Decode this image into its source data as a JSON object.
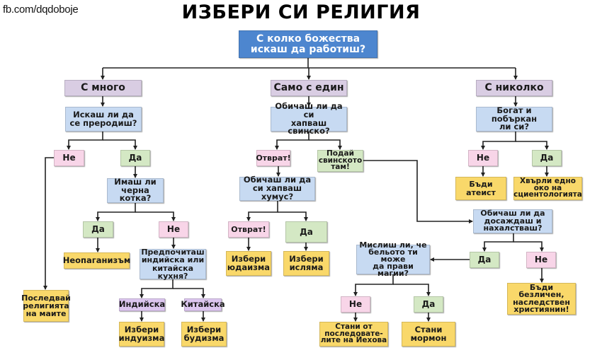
{
  "watermark": "fb.com/dqdoboje",
  "title": "ИЗБЕРИ СИ РЕЛИГИЯ",
  "colors": {
    "top_question": "#4d86cf",
    "question": "#c7daf2",
    "category": "#d9cde3",
    "answer_no": "#f8d5e8",
    "answer_yes": "#d4e8c4",
    "result": "#f9d86a",
    "option": "#dcc6ef"
  },
  "nodes": {
    "root": "С колко божества\nискаш да работиш?",
    "many": "С много",
    "one": "Само с един",
    "none": "С николко",
    "reborn_q": "Искаш ли да\nсе преродиш?",
    "reborn_no": "Не",
    "reborn_yes": "Да",
    "cat_q": "Имаш ли\nчерна котка?",
    "cat_yes": "Да",
    "cat_no": "Не",
    "neopagan": "Неопаганизъм",
    "food_q": "Предпочиташ\nиндийска или\nкитайска кухня?",
    "maya": "Последвай\nрелигията\nна маите",
    "indian": "Индийска",
    "chinese": "Китайска",
    "hinduism": "Избери\nиндуизма",
    "buddhism": "Избери\nбудизма",
    "pork_q": "Обичаш ли да си\nхапваш свинско?",
    "pork_disgust": "Отврат!",
    "pork_pass": "Подай\nсвинското\nтам!",
    "hummus_q": "Обичаш ли да\nси хапваш хумус?",
    "hummus_disgust": "Отврат!",
    "hummus_yes": "Да",
    "judaism": "Избери\nюдаизма",
    "islam": "Избери\nисляма",
    "rich_q": "Богат и побъркан\nли си?",
    "rich_no": "Не",
    "rich_yes": "Да",
    "atheist": "Бъди атеист",
    "scientology": "Хвърли едно\nоко на\nсциентологията",
    "annoy_q": "Обичаш ли да\nдосаждаш и\nнахалстваш?",
    "annoy_yes": "Да",
    "annoy_no": "Не",
    "christian": "Бъди безличен,\nнаследствен\nхристиянин!",
    "magic_q": "Мислиш ли, че\nбельото ти може\nда прави магии?",
    "magic_no": "Не",
    "magic_yes": "Да",
    "jehovah": "Стани от\nпоследовате-\nлите на Йехова",
    "mormon": "Стани\nмормон"
  }
}
